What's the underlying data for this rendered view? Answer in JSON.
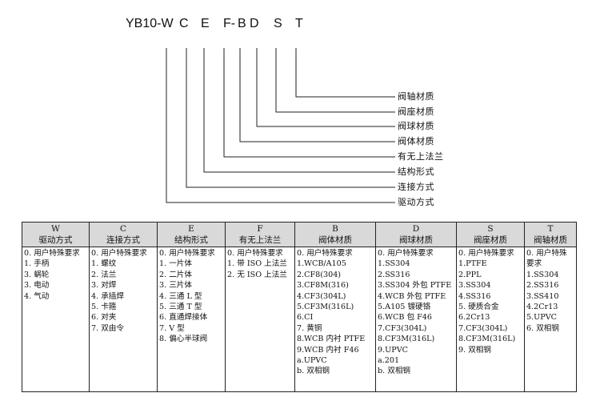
{
  "model_code": {
    "prefix": "YB10-W",
    "c": "C",
    "e": "E",
    "f": "F-",
    "b": "B",
    "d": "D",
    "s": "S",
    "t": "T"
  },
  "code_labels": [
    "阀轴材质",
    "阀座材质",
    "阀球材质",
    "阀体材质",
    "有无上法兰",
    "结构形式",
    "连接方式",
    "驱动方式"
  ],
  "columns": [
    {
      "code": "W",
      "title": "驱动方式",
      "options": [
        "0. 用户特殊要求",
        "1. 手柄",
        "3. 蜗轮",
        "3. 电动",
        "4. 气动"
      ]
    },
    {
      "code": "C",
      "title": "连接方式",
      "options": [
        "0. 用户特殊要求",
        "1. 螺纹",
        "2. 法兰",
        "3. 对焊",
        "4. 承插焊",
        "5. 卡箍",
        "6. 对夹",
        "7. 双由令"
      ]
    },
    {
      "code": "E",
      "title": "结构形式",
      "options": [
        "0. 用户特殊要求",
        "1. 一片体",
        "2. 二片体",
        "3. 三片体",
        "4. 三通 L 型",
        "5. 三通 T 型",
        "6. 直通焊接体",
        "7. V 型",
        "8. 偏心半球阀"
      ]
    },
    {
      "code": "F",
      "title": "有无上法兰",
      "options": [
        "0. 用户特殊要求",
        "1. 带 ISO 上法兰",
        "2. 无 ISO 上法兰"
      ]
    },
    {
      "code": "B",
      "title": "阀体材质",
      "options": [
        "0. 用户特殊要求",
        "1.WCB/A105",
        "2.CF8(304)",
        "3.CF8M(316)",
        "4.CF3(304L)",
        "5.CF3M(316L)",
        "6.CI",
        "7. 黄铜",
        "8.WCB 内衬 PTFE",
        "9.WCB 内衬 F46",
        "a.UPVC",
        "b. 双相钢"
      ]
    },
    {
      "code": "D",
      "title": "阀球材质",
      "options": [
        "0. 用户特殊要求",
        "1.SS304",
        "2.SS316",
        "3.SS304 外包 PTFE",
        "4.WCB 外包 PTFE",
        "5.A105 镀硬铬",
        "6.WCB 包 F46",
        "7.CF3(304L)",
        "8.CF3M(316L)",
        "9.UPVC",
        "a.201",
        "b. 双相钢"
      ]
    },
    {
      "code": "S",
      "title": "阀座材质",
      "options": [
        "0. 用户特殊要求",
        "1.PTFE",
        "2.PPL",
        "3.SS304",
        "4.SS316",
        "5. 硬质合金",
        "6.2Cr13",
        "7.CF3(304L)",
        "8.CF3M(316L)",
        "9. 双相钢"
      ]
    },
    {
      "code": "T",
      "title": "阀轴材质",
      "options": [
        "0. 用户特殊要求",
        "1.SS304",
        "2.SS316",
        "3.SS410",
        "4.2Cr13",
        "5.UPVC",
        "6. 双相钢"
      ]
    }
  ]
}
